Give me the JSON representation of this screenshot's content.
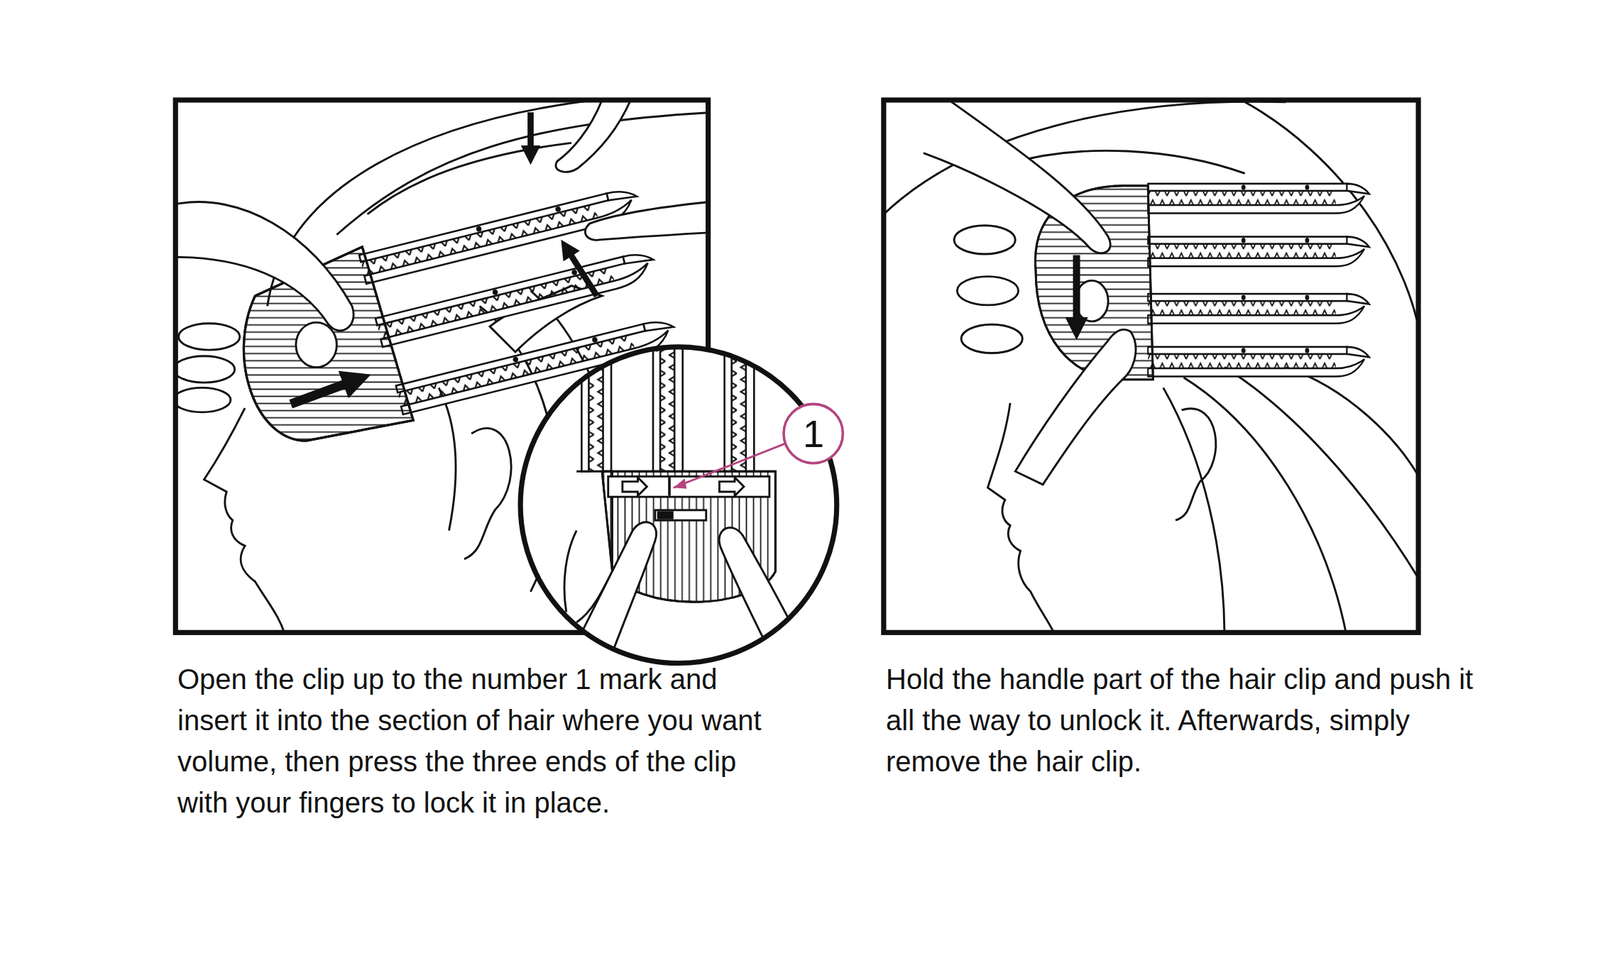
{
  "diagram": {
    "labels": [
      "Open the clip up to the number 1 mark and insert it into the section of hair where you want volume, then press the three ends of the clip with your fingers to lock it in place.",
      "Hold the handle part of the hair clip and push it all the way to unlock it. Afterwards, simply remove the hair clip.",
      "1"
    ]
  }
}
